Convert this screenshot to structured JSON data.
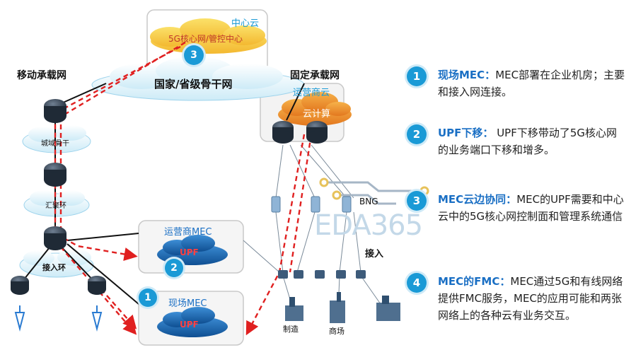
{
  "colors": {
    "accent": "#1a9ad6",
    "title_blue": "#1a6fc4",
    "dashed_red": "#e02020",
    "cloud_orange": "#f3a12a",
    "cloud_yellow": "#f7d23a"
  },
  "clouds": {
    "center_cloud_label": "中心云",
    "core_network_label": "5G核心网/管控中心",
    "backbone_label": "国家/省级骨干网",
    "operator_cloud_label": "运营商云",
    "cloud_compute_label": "云计算",
    "city_backbone_label": "城域骨干",
    "aggregation_ring_label": "汇聚环",
    "access_ring_label": "接入环",
    "operator_mec_label": "运营商MEC",
    "onsite_mec_label": "现场MEC",
    "upf_label_1": "UPF",
    "upf_label_2": "UPF"
  },
  "networks": {
    "mobile_bearer": "移动承载网",
    "fixed_bearer": "固定承载网"
  },
  "badges": {
    "b1": "1",
    "b2": "2",
    "b3": "3"
  },
  "devices": {
    "bng": "BNG",
    "access": "接入",
    "manufacturing": "制造",
    "mall": "商场"
  },
  "watermark": "EDA365",
  "items": [
    {
      "num": "1",
      "title": "现场MEC：",
      "body": "MEC部署在企业机房；主要和接入网连接。"
    },
    {
      "num": "2",
      "title": "UPF下移：",
      "body": " UPF下移带动了5G核心网的业务端口下移和增多。"
    },
    {
      "num": "3",
      "title": "MEC云边协同：",
      "body": "MEC的UPF需要和中心云中的5G核心网控制面和管理系统通信"
    },
    {
      "num": "4",
      "title": "MEC的FMC：",
      "body": "MEC通过5G和有线网络提供FMC服务，MEC的应用可能和两张网络上的各种云有业务交互。"
    }
  ]
}
